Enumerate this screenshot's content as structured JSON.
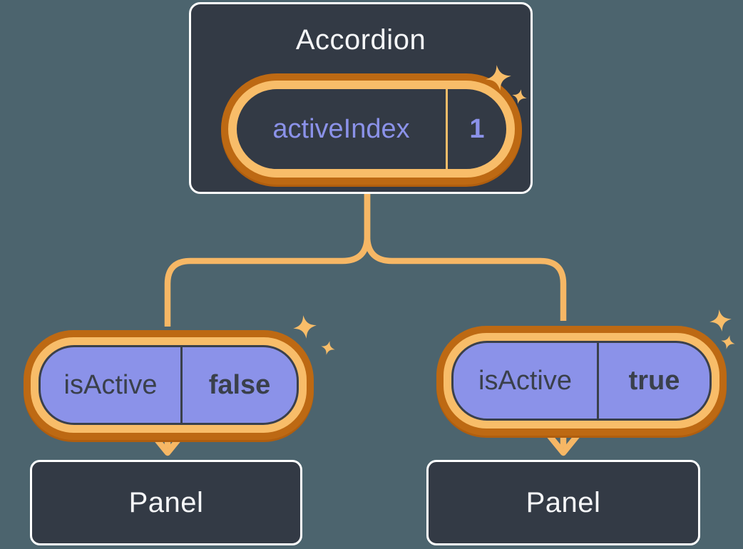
{
  "diagram_type": "react-component-tree",
  "colors": {
    "background": "#4c646e",
    "node_fill": "#333a45",
    "node_border": "#ffffff",
    "node_text": "#f6f7f9",
    "prop_pill_fill": "#8b92e9",
    "dark_text": "#3a404b",
    "state_text": "#8b92e9",
    "ring_light_orange": "#f8bd69",
    "ring_dark_orange": "#bd6913",
    "connector_orange": "#f6b765"
  },
  "tree": {
    "root": {
      "label": "Accordion",
      "state_name": "activeIndex",
      "state_value": "1"
    },
    "children": [
      {
        "prop_name": "isActive",
        "prop_value": "false",
        "panel_label": "Panel"
      },
      {
        "prop_name": "isActive",
        "prop_value": "true",
        "panel_label": "Panel"
      }
    ]
  }
}
